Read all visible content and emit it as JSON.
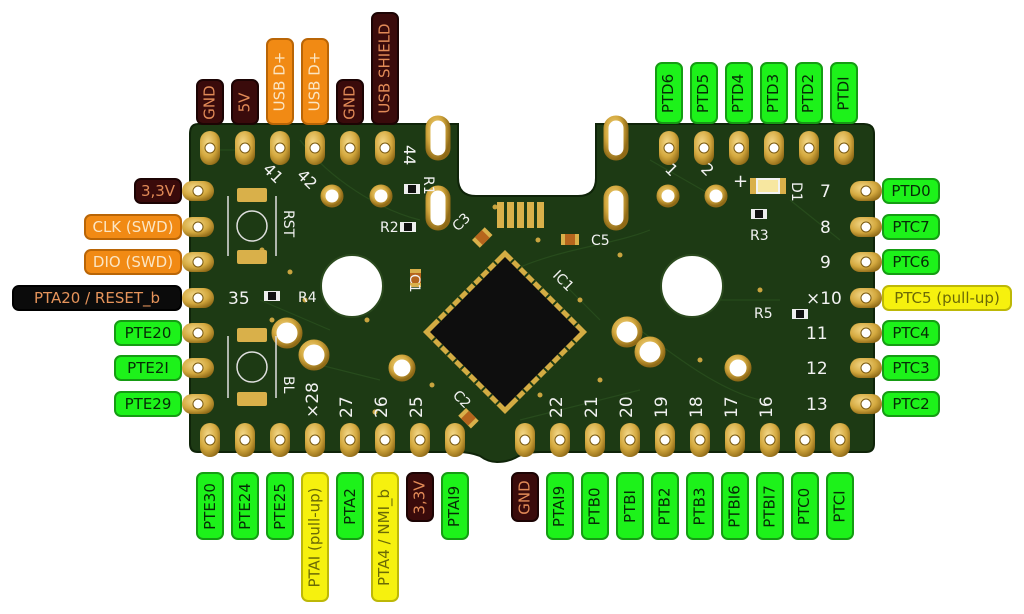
{
  "colors": {
    "board": "#1d3a14",
    "pad_gold": "#d9b04a",
    "silkscreen": "#f0f0f0",
    "green_label": "#1df21a",
    "orange_label": "#f18a14",
    "dark_label": "#3a0b0b",
    "black_label": "#0b0b0b",
    "yellow_label": "#f6f10e"
  },
  "top_left_labels": [
    "GND",
    "5V",
    "USB D+",
    "USB D+",
    "GND",
    "USB SHIELD"
  ],
  "top_right_labels": [
    "PTD6",
    "PTD5",
    "PTD4",
    "PTD3",
    "PTD2",
    "PTDI"
  ],
  "left_labels": [
    "3,3V",
    "CLK (SWD)",
    "DIO (SWD)",
    "PTA20 / RESET_b",
    "PTE20",
    "PTE2I",
    "PTE29"
  ],
  "right_labels": [
    "PTD0",
    "PTC7",
    "PTC6",
    "PTC5 (pull-up)",
    "PTC4",
    "PTC3",
    "PTC2"
  ],
  "bottom_labels": [
    "PTE30",
    "PTE24",
    "PTE25",
    "PTAI (pull-up)",
    "PTA2",
    "PTA4 / NMI_b",
    "3,3V",
    "PTAI9",
    "GND",
    "PTAI9",
    "PTB0",
    "PTBI",
    "PTB2",
    "PTB3",
    "PTBI6",
    "PTBI7",
    "PTC0",
    "PTCI"
  ],
  "silkscreen": {
    "ref_r1": "R1",
    "ref_r2": "R2",
    "ref_r3": "R3",
    "ref_r4": "R4",
    "ref_r5": "R5",
    "ref_c1": "C1",
    "ref_c2": "C2",
    "ref_c3": "C3",
    "ref_c5": "C5",
    "ref_ic1": "IC1",
    "ref_d1": "D1",
    "rst": "RST",
    "bl": "BL",
    "pin_44": "44",
    "pin_41": "41",
    "pin_42": "42",
    "pin_35": "35",
    "pin_1": "1",
    "pin_2": "2",
    "plus": "+",
    "right_nums": [
      "7",
      "8",
      "9",
      "×10",
      "11",
      "12",
      "13"
    ],
    "bottom_nums": [
      "×28",
      "27",
      "26",
      "25",
      "22",
      "21",
      "20",
      "19",
      "18",
      "17",
      "16"
    ]
  }
}
